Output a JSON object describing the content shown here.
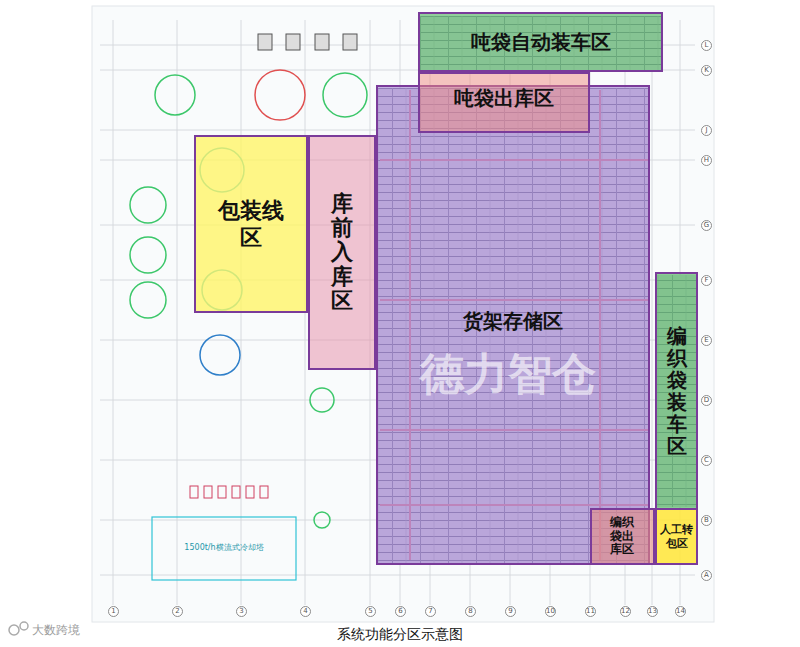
{
  "diagram": {
    "caption": "系统功能分区示意图",
    "nodes": [
      {
        "text": [
          "吨袋自动装车区"
        ]
      },
      {
        "text": [
          "吨袋出库区"
        ]
      },
      {
        "text": [
          "包装线区"
        ]
      },
      {
        "text": [
          "库前入库区"
        ]
      },
      {
        "text": [
          "货架存储区"
        ]
      },
      {
        "text": [
          "编织袋装车区"
        ]
      },
      {
        "text": [
          "编织袋出库区"
        ]
      },
      {
        "text": [
          "人工转包区"
        ]
      }
    ],
    "labels": [
      "德力智仓",
      "大数跨境",
      "1500t/h横流式冷却塔",
      "1",
      "2",
      "3",
      "4",
      "5",
      "6",
      "7",
      "8",
      "9",
      "10",
      "11",
      "12",
      "13",
      "14",
      "L",
      "K",
      "J",
      "H",
      "G",
      "F",
      "E",
      "D",
      "C",
      "B",
      "A"
    ]
  }
}
